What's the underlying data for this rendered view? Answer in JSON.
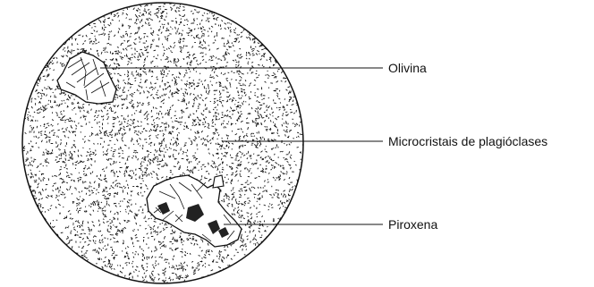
{
  "labels": {
    "olivine": "Olivina",
    "plagioclase": "Microcristais de plagióclases",
    "pyroxene": "Piroxena"
  },
  "colors": {
    "ink": "#111111",
    "background": "#ffffff",
    "crystal_fill": "#ffffff",
    "dark_patch": "#222222"
  }
}
